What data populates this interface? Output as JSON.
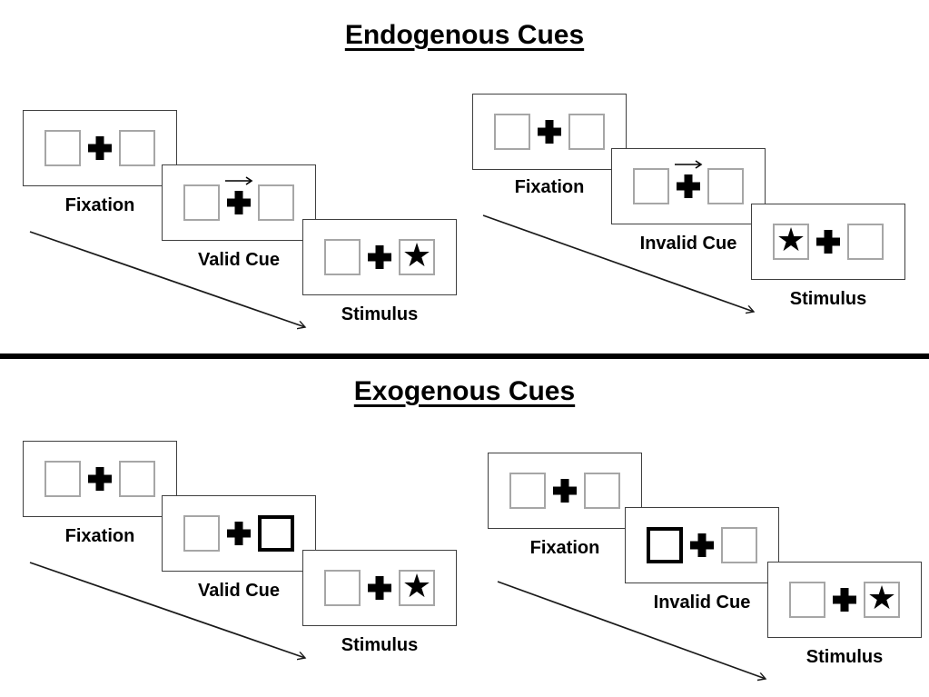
{
  "figure": {
    "description": "Posner spatial cueing paradigm diagram",
    "colors": {
      "background": "#ffffff",
      "ink": "#000000",
      "panel_border": "#3f3f3f",
      "box_border": "#a6a6a6",
      "cue_box_border": "#000000",
      "divider": "#000000"
    }
  },
  "glyphs": {
    "star": "★"
  },
  "icons": {
    "center": "fixation-cross",
    "endogenous_cue": "right-arrow",
    "timeline": "diagonal-arrow"
  },
  "sections": [
    {
      "id": "endogenous",
      "title": "Endogenous Cues",
      "sequences": [
        {
          "id": "valid",
          "panels": [
            {
              "label": "Fixation",
              "left_box": "plain",
              "right_box": "plain",
              "center": "cross"
            },
            {
              "label": "Valid Cue",
              "left_box": "plain",
              "right_box": "plain",
              "center": "cross-right-arrow"
            },
            {
              "label": "Stimulus",
              "left_box": "plain",
              "right_box": "plain",
              "right_glyph": "★",
              "center": "cross"
            }
          ]
        },
        {
          "id": "invalid",
          "panels": [
            {
              "label": "Fixation",
              "left_box": "plain",
              "right_box": "plain",
              "center": "cross"
            },
            {
              "label": "Invalid Cue",
              "left_box": "plain",
              "right_box": "plain",
              "center": "cross-right-arrow"
            },
            {
              "label": "Stimulus",
              "left_box": "plain",
              "right_box": "plain",
              "left_glyph": "★",
              "center": "cross"
            }
          ]
        }
      ]
    },
    {
      "id": "exogenous",
      "title": "Exogenous Cues",
      "sequences": [
        {
          "id": "valid",
          "panels": [
            {
              "label": "Fixation",
              "left_box": "plain",
              "right_box": "plain",
              "center": "cross"
            },
            {
              "label": "Valid Cue",
              "left_box": "plain",
              "right_box": "cue",
              "center": "cross"
            },
            {
              "label": "Stimulus",
              "left_box": "plain",
              "right_box": "plain",
              "right_glyph": "★",
              "center": "cross"
            }
          ]
        },
        {
          "id": "invalid",
          "panels": [
            {
              "label": "Fixation",
              "left_box": "plain",
              "right_box": "plain",
              "center": "cross"
            },
            {
              "label": "Invalid Cue",
              "left_box": "cue",
              "right_box": "plain",
              "center": "cross"
            },
            {
              "label": "Stimulus",
              "left_box": "plain",
              "right_box": "plain",
              "right_glyph": "★",
              "center": "cross"
            }
          ]
        }
      ]
    }
  ]
}
